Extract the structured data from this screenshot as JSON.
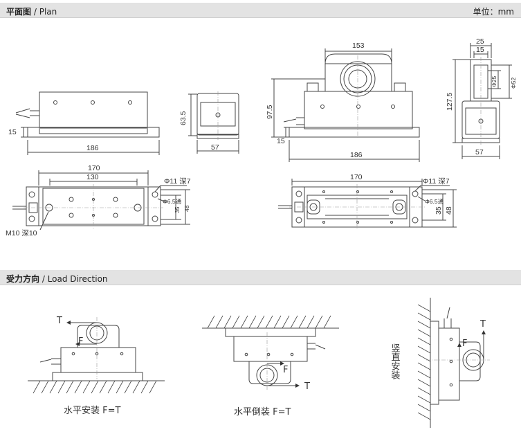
{
  "header_plan": {
    "title_cn": "平面图",
    "title_en": "/ Plan",
    "unit": "单位：mm"
  },
  "header_load": {
    "title_cn": "受力方向",
    "title_en": "/ Load Direction"
  },
  "dims": {
    "d15a": "15",
    "d186a": "186",
    "d63_5": "63.5",
    "d57a": "57",
    "d170a": "170",
    "d130": "130",
    "d11a": "Φ11 深7",
    "d6_5a": "Φ6.5通",
    "d35a": "35",
    "d48a": "48",
    "m10": "M10 深10",
    "d153": "153",
    "d97_5": "97.5",
    "d15b": "15",
    "d186b": "186",
    "d25": "25",
    "d15c": "15",
    "d127_5": "127.5",
    "dphi25": "Φ25",
    "dphi52": "Φ52",
    "d57b": "57",
    "d170b": "170",
    "d11b": "Φ11 深7",
    "d6_5b": "Φ6.5通",
    "d35b": "35",
    "d48b": "48"
  },
  "load": {
    "h_label": "水平安装 F=T",
    "inv_label": "水平倒装 F=T",
    "v_label": "竖直安装",
    "T": "T",
    "F": "F"
  },
  "colors": {
    "line": "#444444",
    "header_bg": "#e3e3e3",
    "bg": "#ffffff"
  }
}
